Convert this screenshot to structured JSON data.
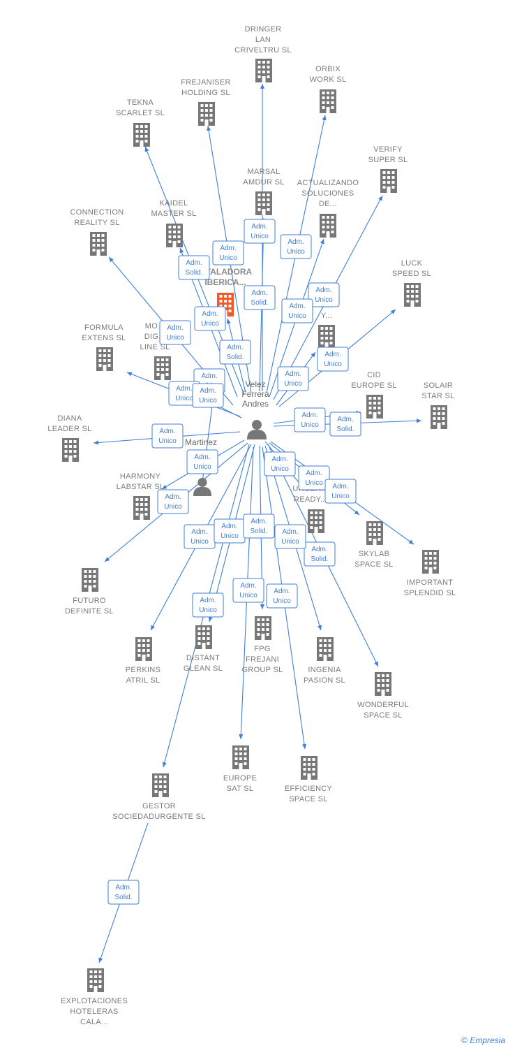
{
  "colors": {
    "edge": "#3f7fd6",
    "building": "#777777",
    "highlight": "#f05a28",
    "person": "#777777"
  },
  "footer": {
    "copyright": "©",
    "brand": "Empresia"
  },
  "center": {
    "name": [
      "Velez",
      "Ferrera",
      "Andres"
    ]
  },
  "person2": {
    "name": [
      "Martinez",
      "C..."
    ]
  },
  "nodes": [
    {
      "id": "dringer",
      "lines": [
        "DRINGER",
        "LAN",
        "CRIVELTRU  SL"
      ]
    },
    {
      "id": "orbix",
      "lines": [
        "ORBIX",
        "WORK  SL"
      ]
    },
    {
      "id": "frejaniser",
      "lines": [
        "FREJANISER",
        "HOLDING  SL"
      ]
    },
    {
      "id": "tekna",
      "lines": [
        "TEKNA",
        "SCARLET  SL"
      ]
    },
    {
      "id": "verify",
      "lines": [
        "VERIFY",
        "SUPER  SL"
      ]
    },
    {
      "id": "marsal",
      "lines": [
        "MARSAL",
        "AMDUR  SL"
      ]
    },
    {
      "id": "actualizando",
      "lines": [
        "ACTUALIZANDO",
        "SOLUCIONES",
        "DE..."
      ]
    },
    {
      "id": "kaidel",
      "lines": [
        "KAIDEL",
        "MASTER  SL"
      ]
    },
    {
      "id": "connection",
      "lines": [
        "CONNECTION",
        "REALITY  SL"
      ]
    },
    {
      "id": "instaladora",
      "lines": [
        "...N",
        "...TALADORA",
        "IBERICA..."
      ],
      "highlight": true
    },
    {
      "id": "luck",
      "lines": [
        "LUCK",
        "SPEED  SL"
      ]
    },
    {
      "id": "yn",
      "lines": [
        "...N",
        "Y..."
      ]
    },
    {
      "id": "formula",
      "lines": [
        "FORMULA",
        "EXTENS  SL"
      ]
    },
    {
      "id": "mo",
      "lines": [
        "MO...",
        "DIG...",
        "LINE  SL"
      ]
    },
    {
      "id": "cid",
      "lines": [
        "CID",
        "EUROPE  SL"
      ]
    },
    {
      "id": "solair",
      "lines": [
        "SOLAIR",
        "STAR  SL"
      ]
    },
    {
      "id": "diana",
      "lines": [
        "DIANA",
        "LEADER  SL"
      ]
    },
    {
      "id": "harmony",
      "lines": [
        "HARMONY",
        "LABSTAR SL"
      ]
    },
    {
      "id": "urgent",
      "lines": [
        "S...",
        "URGEN...",
        "READY..."
      ]
    },
    {
      "id": "skylab",
      "lines": [
        "SKYLAB",
        "SPACE  SL"
      ]
    },
    {
      "id": "important",
      "lines": [
        "IMPORTANT",
        "SPLENDID  SL"
      ]
    },
    {
      "id": "futuro",
      "lines": [
        "FUTURO",
        "DEFINITE  SL"
      ]
    },
    {
      "id": "perkins",
      "lines": [
        "PERKINS",
        "ATRIL  SL"
      ]
    },
    {
      "id": "distant",
      "lines": [
        "DISTANT",
        "GLEAN  SL"
      ]
    },
    {
      "id": "fpg",
      "lines": [
        "FPG",
        "FREJANI",
        "GROUP  SL"
      ]
    },
    {
      "id": "ingenia",
      "lines": [
        "INGENIA",
        "PASION  SL"
      ]
    },
    {
      "id": "wonderful",
      "lines": [
        "WONDERFUL",
        "SPACE  SL"
      ]
    },
    {
      "id": "europe",
      "lines": [
        "EUROPE",
        "SAT  SL"
      ]
    },
    {
      "id": "efficiency",
      "lines": [
        "EFFICIENCY",
        "SPACE SL"
      ]
    },
    {
      "id": "gestor",
      "lines": [
        "GESTOR",
        "SOCIEDADURGENTE SL"
      ]
    },
    {
      "id": "explotaciones",
      "lines": [
        "EXPLOTACIONES",
        "HOTELERAS",
        "CALA..."
      ]
    }
  ],
  "badges": [
    {
      "lines": [
        "Adm.",
        "Unico"
      ]
    },
    {
      "lines": [
        "Adm.",
        "Unico"
      ]
    },
    {
      "lines": [
        "Adm.",
        "Unico"
      ]
    },
    {
      "lines": [
        "Adm.",
        "Solid."
      ]
    },
    {
      "lines": [
        "Adm.",
        "Solid."
      ]
    },
    {
      "lines": [
        "Adm.",
        "Unico"
      ]
    },
    {
      "lines": [
        "Adm.",
        "Unico"
      ]
    },
    {
      "lines": [
        "Adm.",
        "Unico"
      ]
    },
    {
      "lines": [
        "Adm.",
        "Unico"
      ]
    },
    {
      "lines": [
        "Adm.",
        "Solid."
      ]
    },
    {
      "lines": [
        "Adm.",
        "Unico"
      ]
    },
    {
      "lines": [
        "Adm.",
        "Solid.,..."
      ]
    },
    {
      "lines": [
        "Adm.",
        "Unico"
      ]
    },
    {
      "lines": [
        "Adm.",
        "Unico"
      ]
    },
    {
      "lines": [
        "Adm.",
        "Unico"
      ]
    },
    {
      "lines": [
        "Adm.",
        "Solid."
      ]
    },
    {
      "lines": [
        "Adm.",
        "Unico"
      ]
    },
    {
      "lines": [
        "Adm.",
        "Unico"
      ]
    },
    {
      "lines": [
        "Adm.",
        "Unico"
      ]
    },
    {
      "lines": [
        "Adm.",
        "Unico"
      ]
    },
    {
      "lines": [
        "Adm.",
        "Unico"
      ]
    },
    {
      "lines": [
        "Adm.",
        "Unico"
      ]
    },
    {
      "lines": [
        "Adm.",
        "Solid."
      ]
    },
    {
      "lines": [
        "Adm.",
        "Unico"
      ]
    },
    {
      "lines": [
        "Adm.",
        "Unico"
      ]
    },
    {
      "lines": [
        "Adm.",
        "Unico"
      ]
    },
    {
      "lines": [
        "Adm.",
        "Solid."
      ]
    },
    {
      "lines": [
        "Adm.",
        "Unico"
      ]
    },
    {
      "lines": [
        "Adm.",
        "Unico"
      ]
    },
    {
      "lines": [
        "Adm.",
        "Unico"
      ]
    },
    {
      "lines": [
        "Adm.",
        "Solid."
      ]
    },
    {
      "lines": [
        "Adm.",
        "Unico"
      ]
    }
  ]
}
